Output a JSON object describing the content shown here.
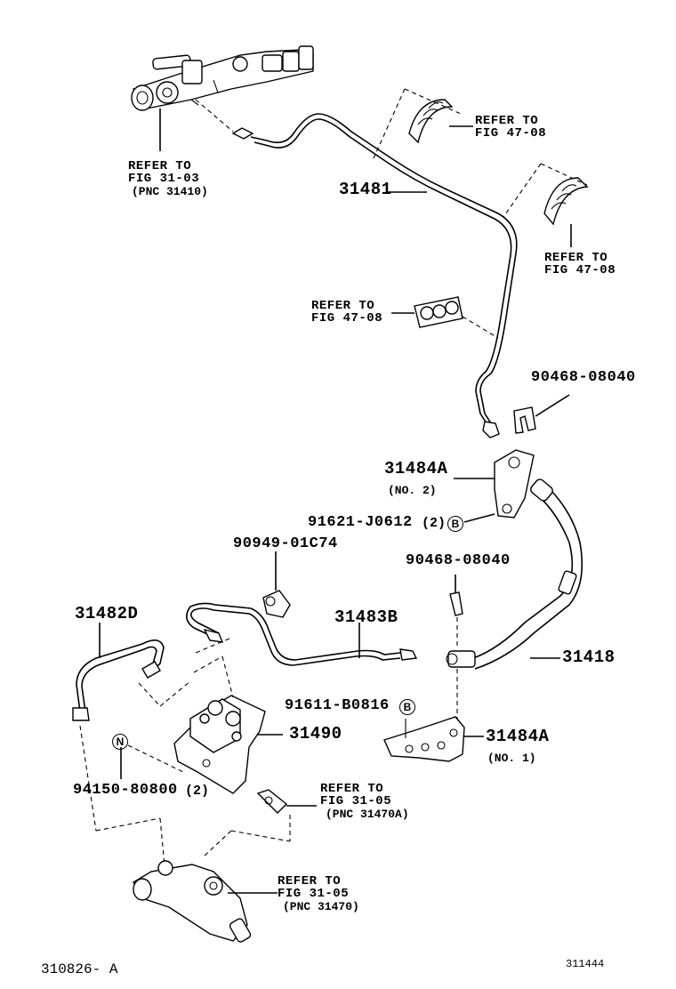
{
  "parts": {
    "p31481": "31481",
    "p90468_upper": "90468-08040",
    "p31484A_upper": "31484A",
    "p31484A_upper_note": "(NO. 2)",
    "p91621": "91621-J0612",
    "p91621_qty": "(2)",
    "p91621_mark": "B",
    "p90949": "90949-01C74",
    "p90468_lower": "90468-08040",
    "p31482D": "31482D",
    "p31483B": "31483B",
    "p31418": "31418",
    "p91611": "91611-B0816",
    "p91611_mark": "B",
    "p31490": "31490",
    "p31484A_lower": "31484A",
    "p31484A_lower_note": "(NO. 1)",
    "n_mark": "N",
    "p94150": "94150-80800",
    "p94150_qty": "(2)"
  },
  "refs": {
    "master_cyl": {
      "line1": "REFER TO",
      "line2": "FIG 31-03",
      "line3": "(PNC 31410)"
    },
    "clamp_top": {
      "line1": "REFER TO",
      "line2": "FIG 47-08"
    },
    "clamp_right": {
      "line1": "REFER TO",
      "line2": "FIG 47-08"
    },
    "clamp_mid": {
      "line1": "REFER TO",
      "line2": "FIG 47-08"
    },
    "release_upper": {
      "line1": "REFER TO",
      "line2": "FIG 31-05",
      "line3": "(PNC 31470A)"
    },
    "release_lower": {
      "line1": "REFER TO",
      "line2": "FIG 31-05",
      "line3": "(PNC 31470)"
    }
  },
  "footer": {
    "left_code": "310826- A",
    "right_code": "311444"
  }
}
